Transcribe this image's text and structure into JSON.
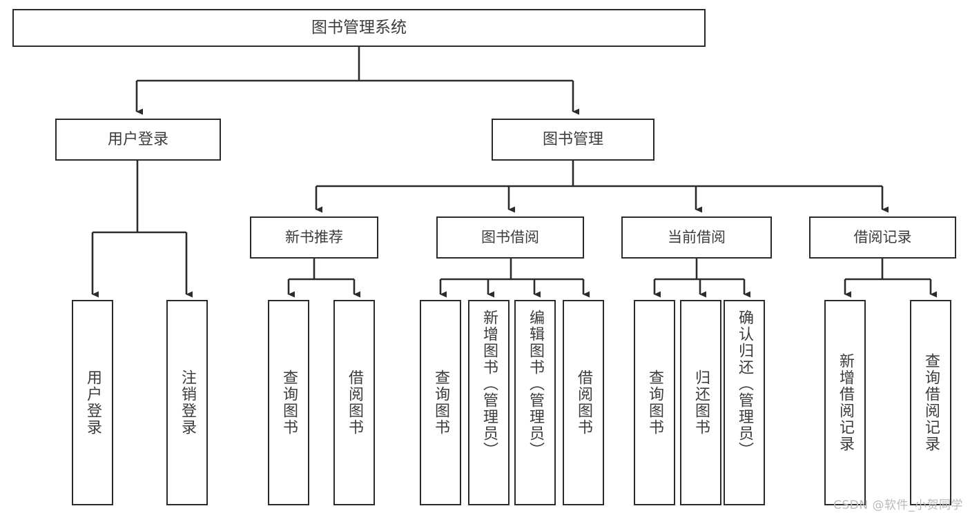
{
  "diagram": {
    "title": "图书管理系统",
    "type": "functional-structure-tree",
    "root": {
      "label": "图书管理系统",
      "children": [
        {
          "label": "用户登录",
          "children": [
            {
              "label": "用户登录"
            },
            {
              "label": "注销登录"
            }
          ]
        },
        {
          "label": "图书管理",
          "children": [
            {
              "label": "新书推荐",
              "children": [
                {
                  "label": "查询图书"
                },
                {
                  "label": "借阅图书"
                }
              ]
            },
            {
              "label": "图书借阅",
              "children": [
                {
                  "label": "查询图书"
                },
                {
                  "label": "新增图书（管理员）"
                },
                {
                  "label": "编辑图书（管理员）"
                },
                {
                  "label": "借阅图书"
                }
              ]
            },
            {
              "label": "当前借阅",
              "children": [
                {
                  "label": "查询图书"
                },
                {
                  "label": "归还图书"
                },
                {
                  "label": "确认归还（管理员）"
                }
              ]
            },
            {
              "label": "借阅记录",
              "children": [
                {
                  "label": "新增借阅记录"
                },
                {
                  "label": "查询借阅记录"
                }
              ]
            }
          ]
        }
      ]
    }
  },
  "nodes": {
    "root": "图书管理系统",
    "user_login": "用户登录",
    "book_manage": "图书管理",
    "new_book_rec": "新书推荐",
    "book_borrow": "图书借阅",
    "current_borrow": "当前借阅",
    "borrow_record": "借阅记录",
    "leaf_user_login": "用户登录",
    "leaf_logout": "注销登录",
    "leaf_query_book_1": "查询图书",
    "leaf_borrow_book_1": "借阅图书",
    "leaf_query_book_2": "查询图书",
    "leaf_add_book": "新增图书（管理员）",
    "leaf_edit_book": "编辑图书（管理员）",
    "leaf_borrow_book_2": "借阅图书",
    "leaf_query_book_3": "查询图书",
    "leaf_return_book": "归还图书",
    "leaf_confirm_return": "确认归还（管理员）",
    "leaf_add_record": "新增借阅记录",
    "leaf_query_record": "查询借阅记录"
  },
  "watermark": {
    "text": "CSDN @软件_小贺同学"
  },
  "colors": {
    "stroke": "#2b2b2b",
    "text": "#3c3c3c",
    "background": "#ffffff",
    "watermark": "#b9b9b9"
  }
}
